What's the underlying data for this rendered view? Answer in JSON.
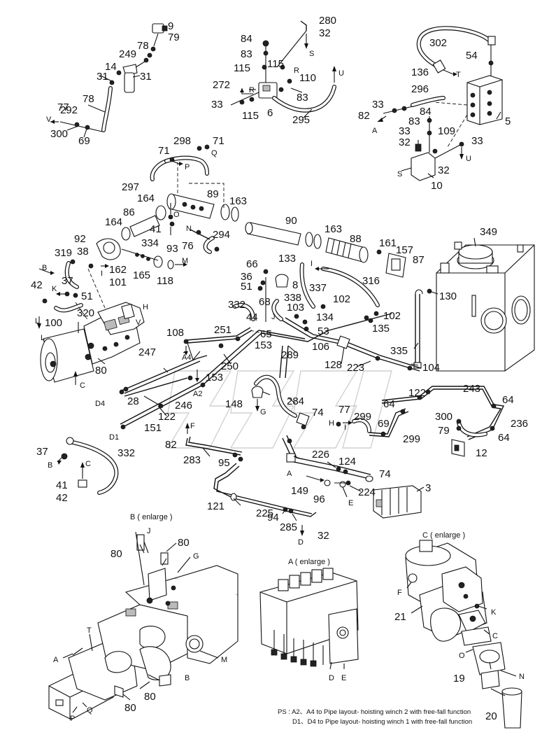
{
  "callouts": [
    {
      "id": "c9",
      "text": "9"
    },
    {
      "id": "c79a",
      "text": "79"
    },
    {
      "id": "c78a",
      "text": "78"
    },
    {
      "id": "c249",
      "text": "249"
    },
    {
      "id": "c14",
      "text": "14"
    },
    {
      "id": "c31a",
      "text": "31"
    },
    {
      "id": "c31b",
      "text": "31"
    },
    {
      "id": "c78b",
      "text": "78"
    },
    {
      "id": "c292",
      "text": "292"
    },
    {
      "id": "c77a",
      "text": "77"
    },
    {
      "id": "c300a",
      "text": "300"
    },
    {
      "id": "c69a",
      "text": "69"
    },
    {
      "id": "c84a",
      "text": "84"
    },
    {
      "id": "c83a",
      "text": "83"
    },
    {
      "id": "c115a",
      "text": "115"
    },
    {
      "id": "c115b",
      "text": "115"
    },
    {
      "id": "c272",
      "text": "272"
    },
    {
      "id": "c33a",
      "text": "33"
    },
    {
      "id": "c115c",
      "text": "115"
    },
    {
      "id": "c6",
      "text": "6"
    },
    {
      "id": "c110",
      "text": "110"
    },
    {
      "id": "c83b",
      "text": "83"
    },
    {
      "id": "c295",
      "text": "295"
    },
    {
      "id": "c280",
      "text": "280"
    },
    {
      "id": "c32a",
      "text": "32"
    },
    {
      "id": "c302",
      "text": "302"
    },
    {
      "id": "c54",
      "text": "54"
    },
    {
      "id": "c136",
      "text": "136"
    },
    {
      "id": "c296",
      "text": "296"
    },
    {
      "id": "c33b",
      "text": "33"
    },
    {
      "id": "c82a",
      "text": "82"
    },
    {
      "id": "c84b",
      "text": "84"
    },
    {
      "id": "c83c",
      "text": "83"
    },
    {
      "id": "c33c",
      "text": "33"
    },
    {
      "id": "c109",
      "text": "109"
    },
    {
      "id": "c32b",
      "text": "32"
    },
    {
      "id": "c33d",
      "text": "33"
    },
    {
      "id": "c32c",
      "text": "32"
    },
    {
      "id": "c10",
      "text": "10"
    },
    {
      "id": "c5",
      "text": "5"
    },
    {
      "id": "c298",
      "text": "298"
    },
    {
      "id": "c71a",
      "text": "71"
    },
    {
      "id": "c71b",
      "text": "71"
    },
    {
      "id": "c297",
      "text": "297"
    },
    {
      "id": "c164a",
      "text": "164"
    },
    {
      "id": "c89",
      "text": "89"
    },
    {
      "id": "c163a",
      "text": "163"
    },
    {
      "id": "c86",
      "text": "86"
    },
    {
      "id": "c164b",
      "text": "164"
    },
    {
      "id": "c41a",
      "text": "41"
    },
    {
      "id": "c334",
      "text": "334"
    },
    {
      "id": "c76",
      "text": "76"
    },
    {
      "id": "c294",
      "text": "294"
    },
    {
      "id": "c90",
      "text": "90"
    },
    {
      "id": "c163b",
      "text": "163"
    },
    {
      "id": "c88",
      "text": "88"
    },
    {
      "id": "c349",
      "text": "349"
    },
    {
      "id": "c161",
      "text": "161"
    },
    {
      "id": "c157",
      "text": "157"
    },
    {
      "id": "c87",
      "text": "87"
    },
    {
      "id": "c92",
      "text": "92"
    },
    {
      "id": "c38",
      "text": "38"
    },
    {
      "id": "c319",
      "text": "319"
    },
    {
      "id": "c162",
      "text": "162"
    },
    {
      "id": "c165",
      "text": "165"
    },
    {
      "id": "c93",
      "text": "93"
    },
    {
      "id": "c118",
      "text": "118"
    },
    {
      "id": "c101",
      "text": "101"
    },
    {
      "id": "c42a",
      "text": "42"
    },
    {
      "id": "c37a",
      "text": "37"
    },
    {
      "id": "c51a",
      "text": "51"
    },
    {
      "id": "c320",
      "text": "320"
    },
    {
      "id": "c100",
      "text": "100"
    },
    {
      "id": "c66",
      "text": "66"
    },
    {
      "id": "c36",
      "text": "36"
    },
    {
      "id": "c51b",
      "text": "51"
    },
    {
      "id": "c133",
      "text": "133"
    },
    {
      "id": "c8",
      "text": "8"
    },
    {
      "id": "c337",
      "text": "337"
    },
    {
      "id": "c316",
      "text": "316"
    },
    {
      "id": "c130",
      "text": "130"
    },
    {
      "id": "c332a",
      "text": "332"
    },
    {
      "id": "c68",
      "text": "68"
    },
    {
      "id": "c338",
      "text": "338"
    },
    {
      "id": "c103",
      "text": "103"
    },
    {
      "id": "c102a",
      "text": "102"
    },
    {
      "id": "c102b",
      "text": "102"
    },
    {
      "id": "c44",
      "text": "44"
    },
    {
      "id": "c134",
      "text": "134"
    },
    {
      "id": "c135",
      "text": "135"
    },
    {
      "id": "c65",
      "text": "65"
    },
    {
      "id": "c53",
      "text": "53"
    },
    {
      "id": "c108",
      "text": "108"
    },
    {
      "id": "c251",
      "text": "251"
    },
    {
      "id": "c153a",
      "text": "153"
    },
    {
      "id": "c106",
      "text": "106"
    },
    {
      "id": "c335",
      "text": "335"
    },
    {
      "id": "c247",
      "text": "247"
    },
    {
      "id": "c289",
      "text": "289"
    },
    {
      "id": "c250",
      "text": "250"
    },
    {
      "id": "c128",
      "text": "128"
    },
    {
      "id": "c223",
      "text": "223"
    },
    {
      "id": "c104",
      "text": "104"
    },
    {
      "id": "c80a",
      "text": "80"
    },
    {
      "id": "c153b",
      "text": "153"
    },
    {
      "id": "c148",
      "text": "148"
    },
    {
      "id": "c284",
      "text": "284"
    },
    {
      "id": "c122a",
      "text": "122"
    },
    {
      "id": "c243",
      "text": "243"
    },
    {
      "id": "c64a",
      "text": "64"
    },
    {
      "id": "c64b",
      "text": "64"
    },
    {
      "id": "c28",
      "text": "28"
    },
    {
      "id": "c246",
      "text": "246"
    },
    {
      "id": "c74a",
      "text": "74"
    },
    {
      "id": "c77b",
      "text": "77"
    },
    {
      "id": "c299a",
      "text": "299"
    },
    {
      "id": "c69b",
      "text": "69"
    },
    {
      "id": "c300b",
      "text": "300"
    },
    {
      "id": "c236",
      "text": "236"
    },
    {
      "id": "c122b",
      "text": "122"
    },
    {
      "id": "c151",
      "text": "151"
    },
    {
      "id": "c79b",
      "text": "79"
    },
    {
      "id": "c299b",
      "text": "299"
    },
    {
      "id": "c64c",
      "text": "64"
    },
    {
      "id": "c82b",
      "text": "82"
    },
    {
      "id": "c12",
      "text": "12"
    },
    {
      "id": "c283",
      "text": "283"
    },
    {
      "id": "c95",
      "text": "95"
    },
    {
      "id": "c226",
      "text": "226"
    },
    {
      "id": "c124",
      "text": "124"
    },
    {
      "id": "c37b",
      "text": "37"
    },
    {
      "id": "c332b",
      "text": "332"
    },
    {
      "id": "c74b",
      "text": "74"
    },
    {
      "id": "c149",
      "text": "149"
    },
    {
      "id": "c96",
      "text": "96"
    },
    {
      "id": "c224",
      "text": "224"
    },
    {
      "id": "c3",
      "text": "3"
    },
    {
      "id": "c41b",
      "text": "41"
    },
    {
      "id": "c42b",
      "text": "42"
    },
    {
      "id": "c121",
      "text": "121"
    },
    {
      "id": "c225",
      "text": "225"
    },
    {
      "id": "c94",
      "text": "94"
    },
    {
      "id": "c285",
      "text": "285"
    },
    {
      "id": "c32d",
      "text": "32"
    },
    {
      "id": "c80b",
      "text": "80"
    },
    {
      "id": "c80c",
      "text": "80"
    },
    {
      "id": "c80d",
      "text": "80"
    },
    {
      "id": "c80e",
      "text": "80"
    },
    {
      "id": "c21",
      "text": "21"
    },
    {
      "id": "c19",
      "text": "19"
    },
    {
      "id": "c20",
      "text": "20"
    }
  ],
  "port_letters": [
    {
      "id": "pS1",
      "text": "S"
    },
    {
      "id": "pR1",
      "text": "R"
    },
    {
      "id": "pR2",
      "text": "R"
    },
    {
      "id": "pU1",
      "text": "U"
    },
    {
      "id": "pT1",
      "text": "T"
    },
    {
      "id": "pA1",
      "text": "A"
    },
    {
      "id": "pS2",
      "text": "S"
    },
    {
      "id": "pU2",
      "text": "U"
    },
    {
      "id": "pV1",
      "text": "V"
    },
    {
      "id": "pP1",
      "text": "P"
    },
    {
      "id": "pQ1",
      "text": "Q"
    },
    {
      "id": "pO1",
      "text": "O"
    },
    {
      "id": "pN1",
      "text": "N"
    },
    {
      "id": "pM1",
      "text": "M"
    },
    {
      "id": "pB1",
      "text": "B"
    },
    {
      "id": "pI1",
      "text": "I"
    },
    {
      "id": "pK1",
      "text": "K"
    },
    {
      "id": "pL1",
      "text": "L"
    },
    {
      "id": "pH1",
      "text": "H"
    },
    {
      "id": "pV2",
      "text": "V"
    },
    {
      "id": "pL2",
      "text": "L"
    },
    {
      "id": "pC1",
      "text": "C"
    },
    {
      "id": "pI2",
      "text": "I"
    },
    {
      "id": "pJ1",
      "text": "J"
    },
    {
      "id": "pA4",
      "text": "A4"
    },
    {
      "id": "pA2",
      "text": "A2"
    },
    {
      "id": "pD4",
      "text": "D4"
    },
    {
      "id": "pD1",
      "text": "D1"
    },
    {
      "id": "pG1",
      "text": "G"
    },
    {
      "id": "pH2",
      "text": "H"
    },
    {
      "id": "pI3",
      "text": "I"
    },
    {
      "id": "pF1",
      "text": "F"
    },
    {
      "id": "pA5",
      "text": "A"
    },
    {
      "id": "pE1",
      "text": "E"
    },
    {
      "id": "pD2",
      "text": "D"
    },
    {
      "id": "pB2",
      "text": "B"
    },
    {
      "id": "pC2",
      "text": "C"
    },
    {
      "id": "pJ2",
      "text": "J"
    },
    {
      "id": "pG2",
      "text": "G"
    },
    {
      "id": "pT2",
      "text": "T"
    },
    {
      "id": "pA6",
      "text": "A"
    },
    {
      "id": "pM2",
      "text": "M"
    },
    {
      "id": "pB3",
      "text": "B"
    },
    {
      "id": "pP2",
      "text": "P"
    },
    {
      "id": "pQ2",
      "text": "Q"
    },
    {
      "id": "pD3",
      "text": "D"
    },
    {
      "id": "pE2",
      "text": "E"
    },
    {
      "id": "pF2",
      "text": "F"
    },
    {
      "id": "pK2",
      "text": "K"
    },
    {
      "id": "pC3",
      "text": "C"
    },
    {
      "id": "pO2",
      "text": "O"
    },
    {
      "id": "pN2",
      "text": "N"
    }
  ],
  "captions": {
    "b_enlarge": "B ( enlarge )",
    "a_enlarge": "A ( enlarge )",
    "c_enlarge": "C ( enlarge )"
  },
  "notes": {
    "line1": "PS : A2、A4 to Pipe layout- hoisting winch 2 with free-fall function",
    "line2": "D1、D4 to Pipe layout- hoisting winch 1 with free-fall function"
  }
}
